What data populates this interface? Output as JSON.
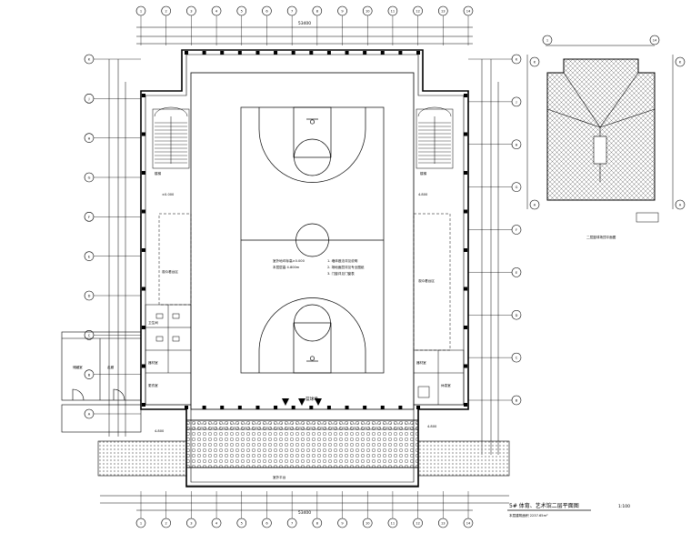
{
  "drawing": {
    "title": "5# 体育、艺术馆二层平面图",
    "subtitle": "本层建筑面积 2237.65m²",
    "scale": "1:100",
    "inset_title": "二层篮球场顶平面图"
  },
  "grid_axes": {
    "top": [
      "1",
      "2",
      "3",
      "4",
      "5",
      "6",
      "7",
      "8",
      "9",
      "10",
      "11",
      "12",
      "13",
      "14"
    ],
    "left": [
      "K",
      "J",
      "H",
      "G",
      "F",
      "E",
      "D",
      "C",
      "B",
      "A"
    ],
    "right": [
      "K",
      "J",
      "H",
      "G",
      "F",
      "E",
      "D",
      "C",
      "B"
    ],
    "inset_top": [
      "1",
      "14"
    ],
    "inset_side": [
      "K",
      "A"
    ]
  },
  "dimensions": {
    "overall_top": "53400",
    "overall_bottom": "53400"
  },
  "rooms": {
    "court": "篮球场",
    "left_stair": "楼梯",
    "right_stair": "楼梯",
    "left_hall": "观众看台区",
    "right_hall": "观众看台区",
    "left_rooms": [
      "卫生间",
      "器材室",
      "更衣室"
    ],
    "right_rooms": [
      "器材室",
      "休息室"
    ],
    "annex_left": "储藏室",
    "annex_mid": "走廊",
    "lower_band": "室外平台",
    "level_tags": [
      "±0.000",
      "4.800",
      "4.800",
      "4.800"
    ]
  },
  "notes": [
    "室外地坪标高±0.000",
    "本层层高 4.800m",
    "1. 墙体做法详见说明",
    "2. 场地面层详见专业图纸",
    "3. 门窗详见门窗表"
  ],
  "colors": {
    "line": "#000000",
    "hatch": "#333333",
    "background": "#ffffff"
  }
}
